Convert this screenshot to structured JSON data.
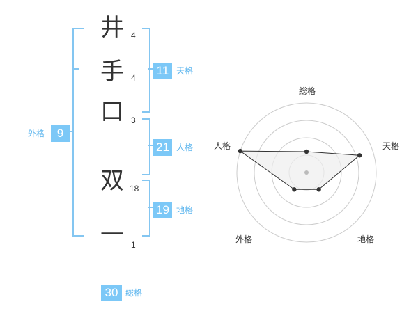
{
  "name": {
    "chars": [
      {
        "char": "井",
        "strokes": "4"
      },
      {
        "char": "手",
        "strokes": "4"
      },
      {
        "char": "口",
        "strokes": "3"
      },
      {
        "char": "双",
        "strokes": "18"
      },
      {
        "char": "一",
        "strokes": "1"
      }
    ]
  },
  "kaku": {
    "tenkaku": {
      "value": "11",
      "label": "天格"
    },
    "jinkaku": {
      "value": "21",
      "label": "人格"
    },
    "chikaku": {
      "value": "19",
      "label": "地格"
    },
    "gaikaku": {
      "value": "9",
      "label": "外格"
    },
    "soukaku": {
      "value": "30",
      "label": "総格"
    }
  },
  "radar": {
    "axes": [
      "総格",
      "天格",
      "地格",
      "外格",
      "人格"
    ],
    "levels": 4,
    "max": 4,
    "values": [
      1.2,
      3.2,
      1.2,
      1.2,
      4.0
    ],
    "colors": {
      "ring": "#cccccc",
      "fill": "#eeeeee",
      "line": "#333333",
      "point": "#333333",
      "center": "#bbbbbb"
    }
  }
}
